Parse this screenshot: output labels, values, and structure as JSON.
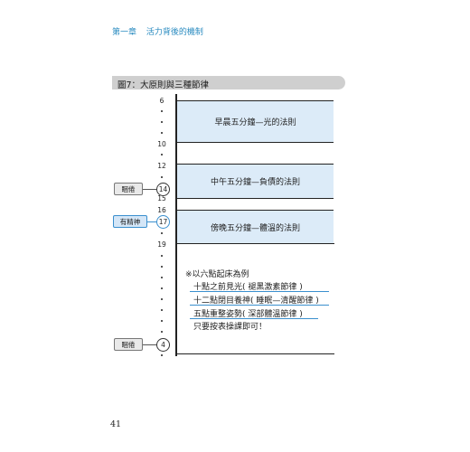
{
  "header": {
    "chapter": "第一章",
    "title": "活力背後的機制"
  },
  "figure": {
    "title": "圖7：大原則與三種節律"
  },
  "ticks": [
    "6",
    "10",
    "12",
    "15",
    "16",
    "19"
  ],
  "blocks": [
    {
      "label": "早晨五分鐘—光的法則"
    },
    {
      "label": "中午五分鐘—負債的法則"
    },
    {
      "label": "傍晚五分鐘—體溫的法則"
    }
  ],
  "markers": [
    {
      "number": "14",
      "tag": "睏倦",
      "style": "grey"
    },
    {
      "number": "17",
      "tag": "有精神",
      "style": "blue"
    },
    {
      "number": "4",
      "tag": "睏倦",
      "style": "grey"
    }
  ],
  "note": {
    "lines": [
      "※以六點起床為例",
      "十點之前見光( 褪黑激素節律 )",
      "十二點閉目養神( 睡眠—清醒節律 )",
      "五點重整姿勢( 深部體溫節律 )",
      "只要按表操課即可！"
    ]
  },
  "page_number": "41",
  "colors": {
    "accent": "#2a8bc0",
    "block_fill": "#dcebf8",
    "banner": "#cfcfcf"
  }
}
